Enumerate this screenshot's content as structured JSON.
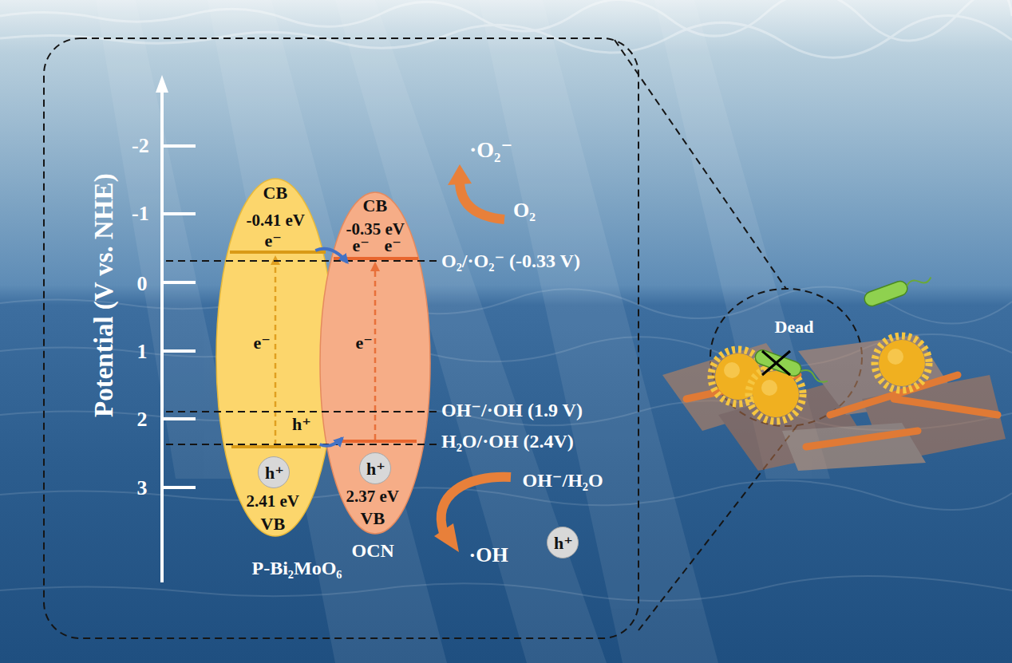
{
  "diagram": {
    "nodes": [
      {
        "text": [
          "CB",
          "-0.41 eV",
          "e⁻",
          "e⁻",
          "2.41 eV",
          "VB",
          "P-Bi₂MoO₆"
        ]
      },
      {
        "text": [
          "h⁺"
        ],
        "in": 0
      },
      {
        "text": [
          "CB",
          "-0.35 eV",
          "e⁻",
          "e⁻",
          "e⁻",
          "2.37 eV",
          "VB",
          "OCN"
        ]
      },
      {
        "text": [
          "h⁺"
        ],
        "in": 2
      },
      {
        "text": [
          "h⁺"
        ]
      }
    ],
    "edges": [
      {
        "from": 0,
        "to": 2,
        "arrow": "to"
      },
      {
        "from": 0,
        "to": 2,
        "arrow": "to"
      }
    ],
    "labels": [
      "-2",
      "-1",
      "0",
      "1",
      "2",
      "3",
      "Potential (V vs. NHE)",
      "O₂/·O₂⁻ (-0.33 V)",
      "OH⁻/·OH (1.9 V)",
      "H₂O/·OH (2.4V)",
      "h⁺",
      "·O₂⁻",
      "O₂",
      "OH⁻/H₂O",
      "·OH",
      "Dead"
    ]
  }
}
